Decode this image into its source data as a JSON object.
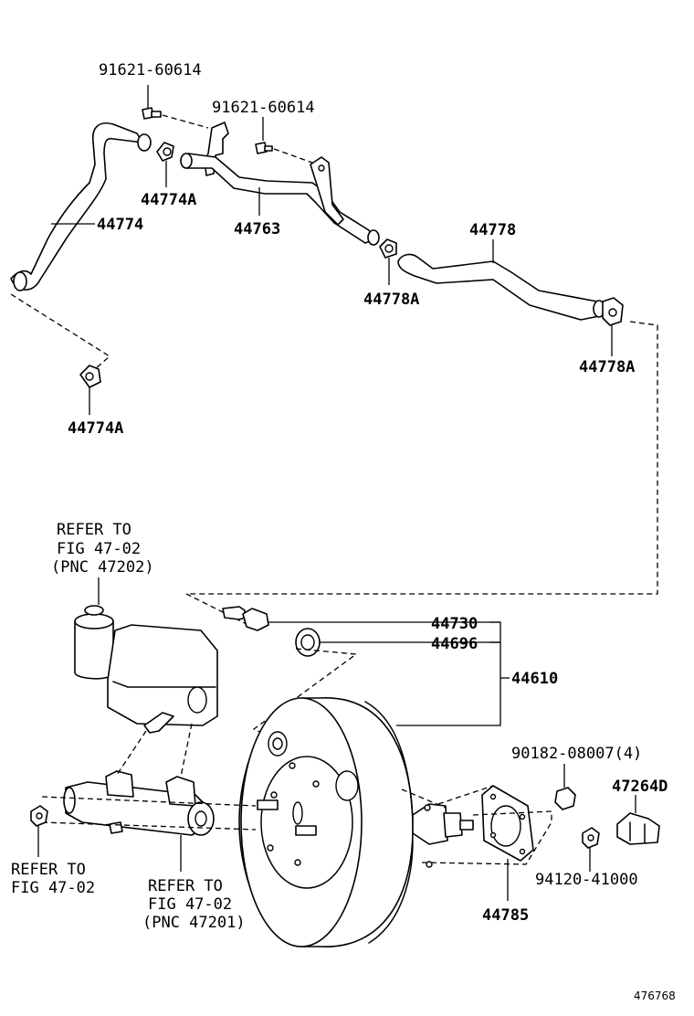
{
  "labels": {
    "bolt_1": "91621-60614",
    "bolt_2": "91621-60614",
    "clamp_44774a_upper": "44774A",
    "hose_44774": "44774",
    "pipe_44763": "44763",
    "hose_44778": "44778",
    "clamp_44778a_mid": "44778A",
    "clamp_44778a_right": "44778A",
    "clamp_44774a_lower": "44774A",
    "part_44730": "44730",
    "part_44696": "44696",
    "part_44610": "44610",
    "nut_90182": "90182-08007(4)",
    "part_47264d": "47264D",
    "nut_94120": "94120-41000",
    "gasket_44785": "44785",
    "ref_reservoir": [
      "REFER TO",
      "FIG 47-02",
      "(PNC 47202)"
    ],
    "ref_left": [
      "REFER TO",
      "FIG 47-02"
    ],
    "ref_cylinder": [
      "REFER TO",
      "FIG 47-02",
      "(PNC 47201)"
    ],
    "diagram_id": "476768"
  }
}
